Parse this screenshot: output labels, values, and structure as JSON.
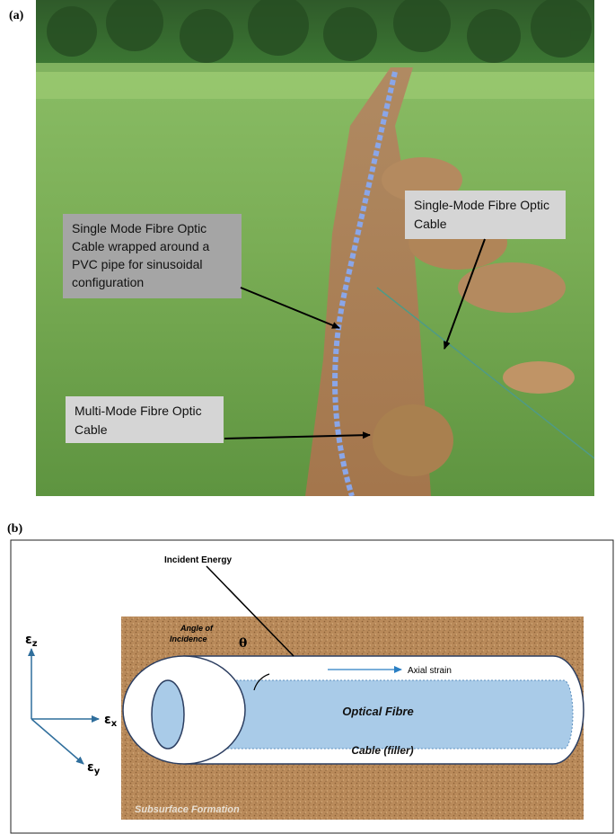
{
  "panel_a": {
    "label": "(a)",
    "callouts": {
      "single_mode_wrapped": "Single Mode Fibre Optic Cable wrapped around a PVC pipe for sinusoidal configuration",
      "single_mode": "Single-Mode Fibre Optic Cable",
      "multi_mode": "Multi-Mode Fibre Optic Cable"
    }
  },
  "panel_b": {
    "label": "(b)",
    "incident_energy": "Incident Energy",
    "angle_label": "Angle of Incidence",
    "theta": "θ",
    "axial_strain": "Axial strain",
    "optical_fibre": "Optical Fibre",
    "cable_filler": "Cable (filler)",
    "formation": "Subsurface Formation",
    "axes": {
      "z": "ε",
      "z_sub": "z",
      "x": "ε",
      "x_sub": "x",
      "y": "ε",
      "y_sub": "y"
    },
    "colors": {
      "soil": "#b98a5a",
      "fibre": "#a9cbe8",
      "arrow": "#2a7fc4",
      "axis": "#2f6e9c"
    }
  }
}
